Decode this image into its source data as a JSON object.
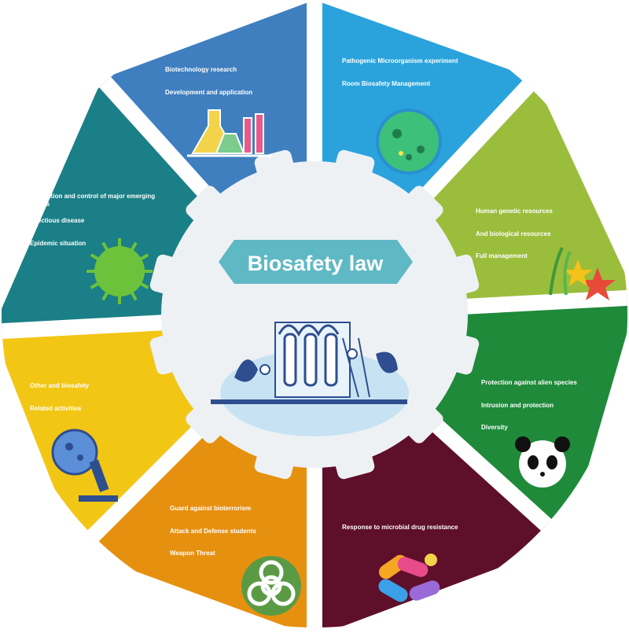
{
  "title": "Biosafety law",
  "colors": {
    "seg_top": "#3f7fbf",
    "seg_top_right": "#2aa3dc",
    "seg_right_upper": "#9bbd3c",
    "seg_right_lower": "#1e8a3a",
    "seg_bottom_right": "#5e0f2a",
    "seg_bottom_left": "#e6900f",
    "seg_left_lower": "#f2c615",
    "seg_left_upper": "#1a7f86",
    "gear": "#eef1f4",
    "title_bg": "#5fb9c4"
  },
  "segments": [
    {
      "key": "biotech",
      "lines": [
        "Biotechnology research",
        "Development and application"
      ],
      "icon": "lab-glassware-icon"
    },
    {
      "key": "pathogen",
      "lines": [
        "Pathogenic Microorganism experiment",
        "Room Biosafety Management"
      ],
      "icon": "microbe-petri-dish-icon"
    },
    {
      "key": "genetic",
      "lines": [
        "Human genetic resources",
        "And biological resources",
        "Full management"
      ],
      "icon": "starfish-seaweed-icon"
    },
    {
      "key": "alien",
      "lines": [
        "Protection against alien species",
        "Intrusion and protection",
        "Diversity"
      ],
      "icon": "panda-icon"
    },
    {
      "key": "drug",
      "lines": [
        "Response to microbial drug resistance"
      ],
      "icon": "pills-icon"
    },
    {
      "key": "bioterror",
      "lines": [
        "Guard against bioterrorism",
        "Attack and Defense students",
        "Weapon Threat"
      ],
      "icon": "biohazard-icon"
    },
    {
      "key": "other",
      "lines": [
        "Other and biosafety",
        "Related activities"
      ],
      "icon": "microscope-icon"
    },
    {
      "key": "epidemic",
      "lines": [
        "Prevention and control of major emerging events",
        "Infectious disease",
        "Epidemic situation"
      ],
      "icon": "virus-icon"
    }
  ]
}
